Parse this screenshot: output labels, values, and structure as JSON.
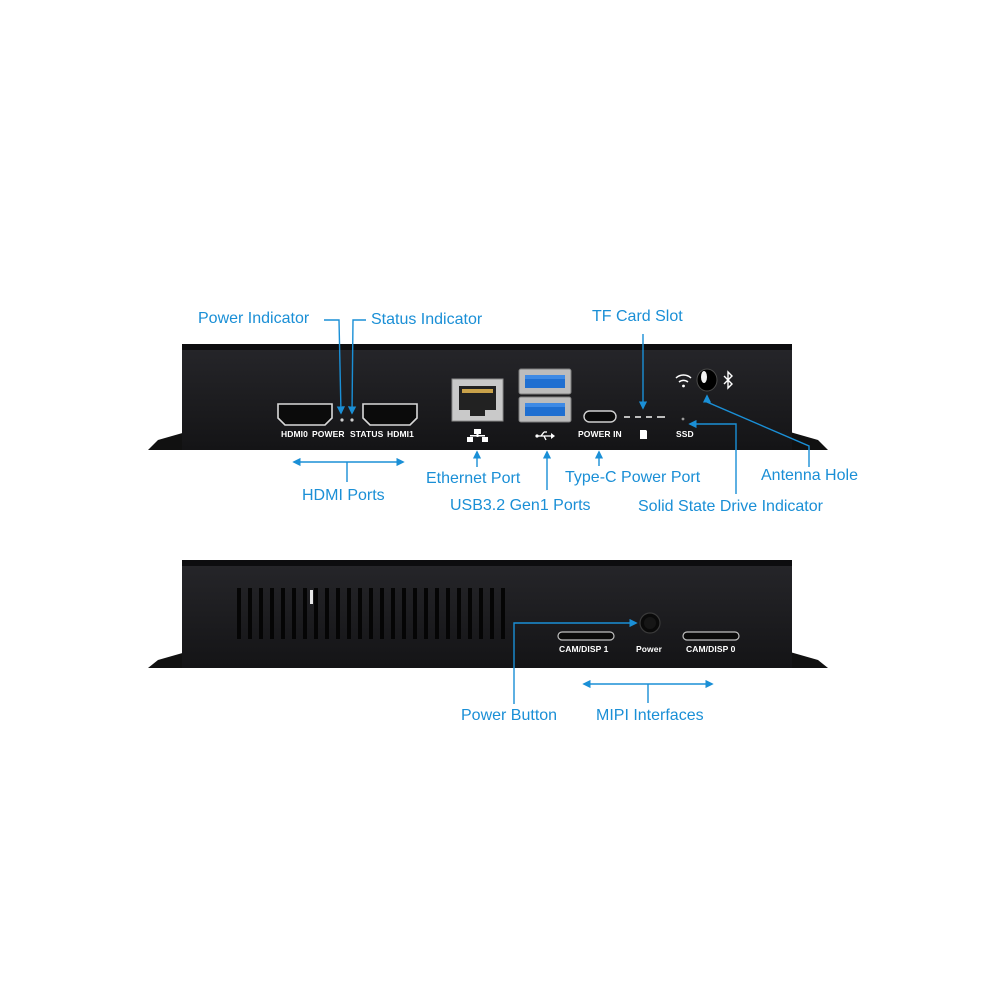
{
  "accent_color": "#1a8fd6",
  "device_color": "#1c1c1e",
  "front_panel": {
    "silkscreen": {
      "hdmi0": "HDMI0",
      "power": "POWER",
      "status": "STATUS",
      "hdmi1": "HDMI1",
      "power_in": "POWER IN",
      "ssd": "SSD"
    },
    "icons": [
      "ethernet-icon",
      "usb-icon",
      "sd-card-icon",
      "wifi-icon",
      "bluetooth-icon"
    ],
    "callouts": {
      "power_indicator": "Power Indicator",
      "status_indicator": "Status Indicator",
      "tf_card_slot": "TF Card Slot",
      "hdmi_ports": "HDMI Ports",
      "ethernet_port": "Ethernet Port",
      "usb_ports": "USB3.2 Gen1 Ports",
      "type_c_power": "Type-C Power Port",
      "antenna_hole": "Antenna Hole",
      "ssd_indicator": "Solid State Drive Indicator"
    }
  },
  "back_panel": {
    "silkscreen": {
      "cam1": "CAM/DISP 1",
      "power": "Power",
      "cam0": "CAM/DISP 0"
    },
    "callouts": {
      "power_button": "Power Button",
      "mipi_interfaces": "MIPI Interfaces"
    }
  }
}
